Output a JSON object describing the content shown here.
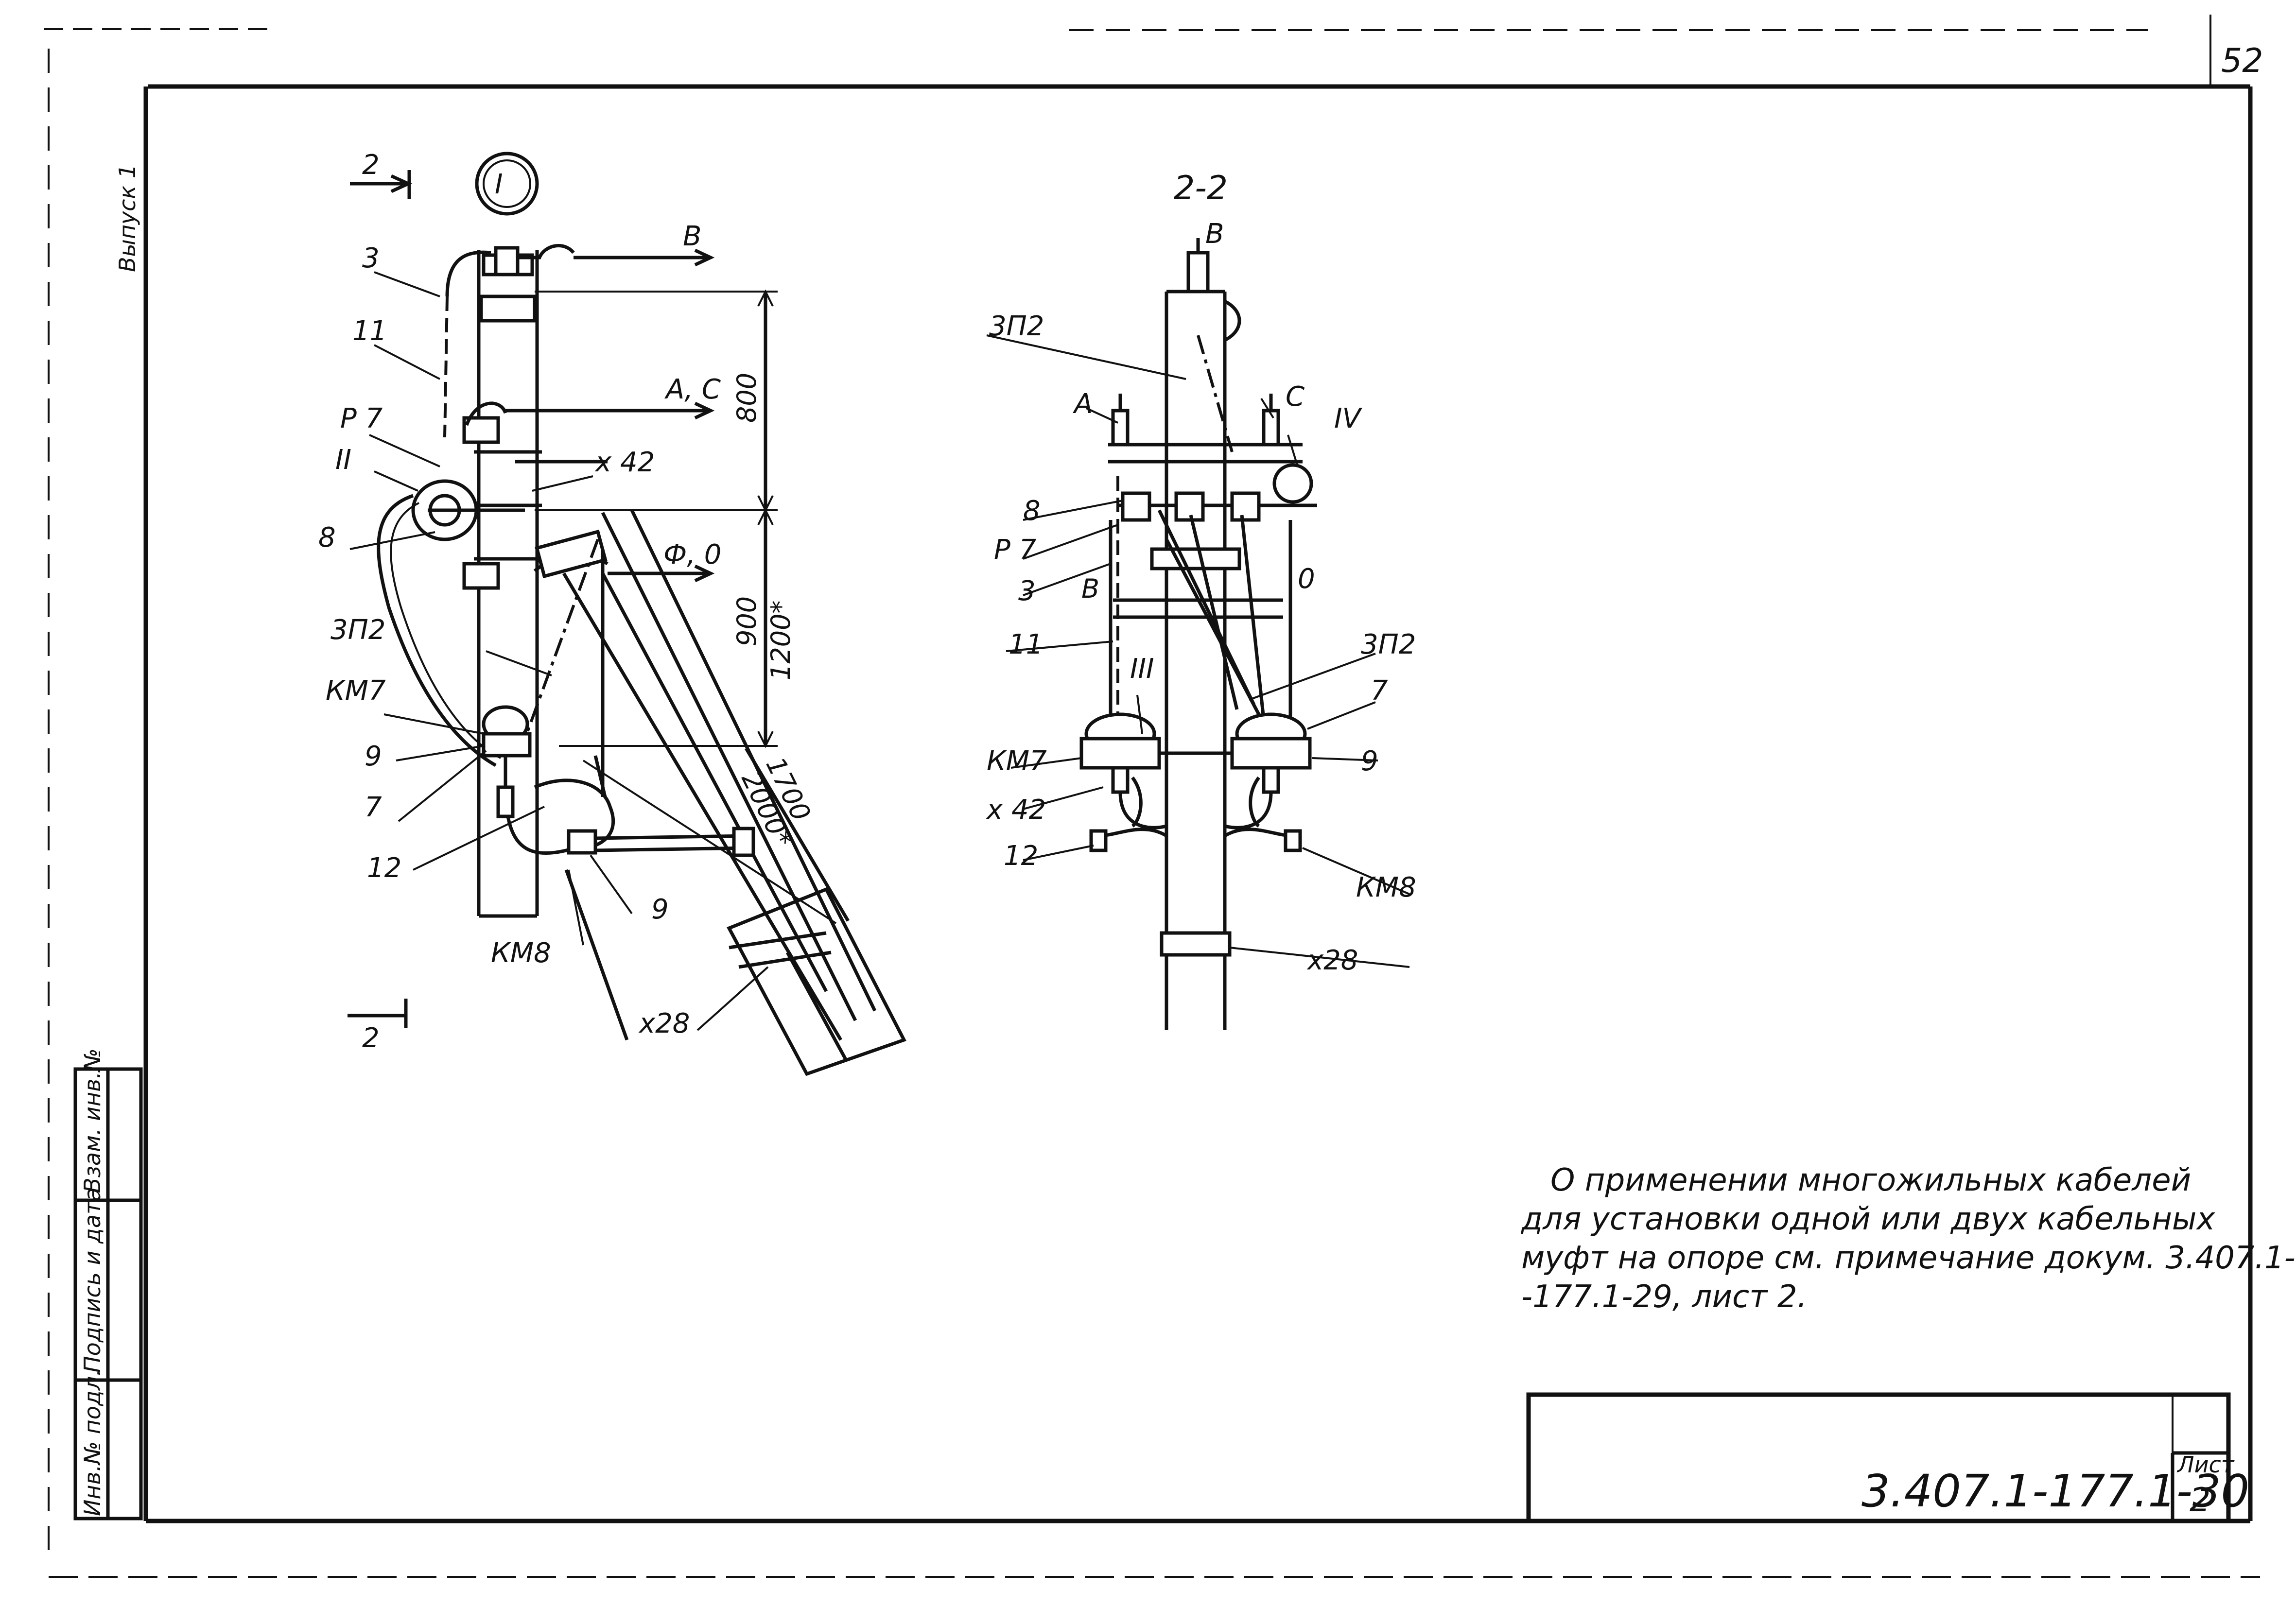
{
  "sheet_number_top": "52",
  "margin_note": "Выпуск 1",
  "view_left": {
    "section_marker": "2",
    "section_marker_bottom": "2",
    "circle_mark": "I",
    "labels": {
      "l3": "3",
      "l11": "11",
      "lP7": "Р 7",
      "lII": "II",
      "l8": "8",
      "l3P2": "3П2",
      "lKM7": "КМ7",
      "l9a": "9",
      "l7": "7",
      "l12": "12",
      "lKM8": "КМ8",
      "l9b": "9",
      "lx28": "х28",
      "lx42": "х 42",
      "lB": "В",
      "lAC": "А, С",
      "lF0": "Ф, 0"
    },
    "dims": {
      "d800": "800",
      "d900": "900",
      "d1200": "1200*",
      "d1700": "1700",
      "d2000": "2000*"
    }
  },
  "view_right": {
    "title": "2-2",
    "labels": {
      "lB": "В",
      "l3P2top": "3П2",
      "lA": "А",
      "lC": "С",
      "lIV": "IV",
      "l8": "8",
      "lP7": "Р 7",
      "l3": "3",
      "l11": "11",
      "l0": "0",
      "l3P2": "3П2",
      "l7": "7",
      "lIII": "III",
      "lKM7": "КМ7",
      "l9": "9",
      "lx42": "х 42",
      "l12": "12",
      "lKM8": "КМ8",
      "lx28": "х28",
      "lB2": "В"
    }
  },
  "note": {
    "line1": "О применении многожильных кабелей",
    "line2": "для установки одной или двух кабельных",
    "line3": "муфт на опоре см. примечание докум. 3.407.1-",
    "line4": "-177.1-29, лист 2."
  },
  "stamp": {
    "inv_orig": "Инв.№ подл.",
    "sign_date": "Подпись и дата",
    "inv_dup": "Взам. инв.№"
  },
  "title_block": {
    "doc_code": "3.407.1-177.1-30",
    "sheet_label": "Лист",
    "sheet_value": "2"
  }
}
